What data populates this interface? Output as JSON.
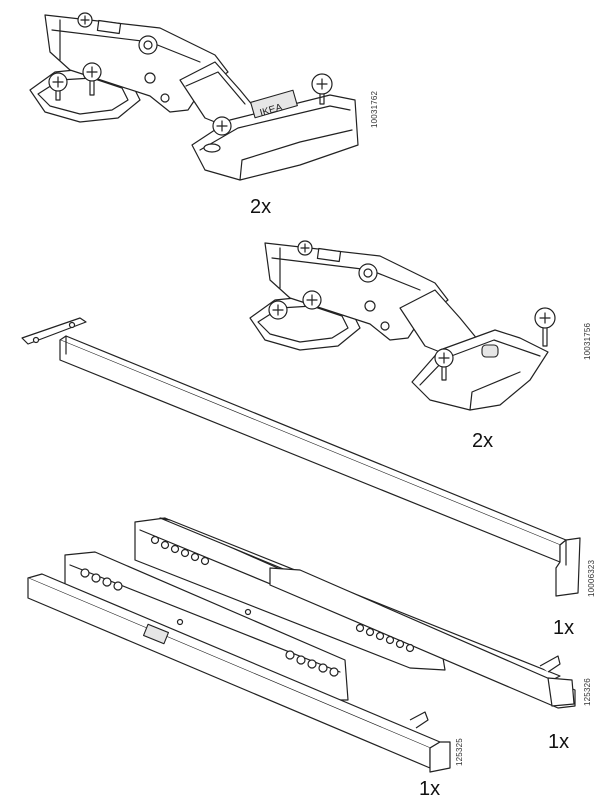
{
  "parts": [
    {
      "name": "hinge-a",
      "quantity": "2x",
      "article_number": "10031762"
    },
    {
      "name": "hinge-b",
      "quantity": "2x",
      "article_number": "10031756"
    },
    {
      "name": "rod",
      "quantity": "1x",
      "article_number": "10006323"
    },
    {
      "name": "drawer-runner-right",
      "quantity": "1x",
      "article_number": "125326"
    },
    {
      "name": "drawer-runner-left",
      "quantity": "1x",
      "article_number": "125325"
    }
  ],
  "hinge_brand_text": "IKEA",
  "colors": {
    "line": "#222222",
    "fill": "#ffffff",
    "shade": "#e6e6e6"
  }
}
